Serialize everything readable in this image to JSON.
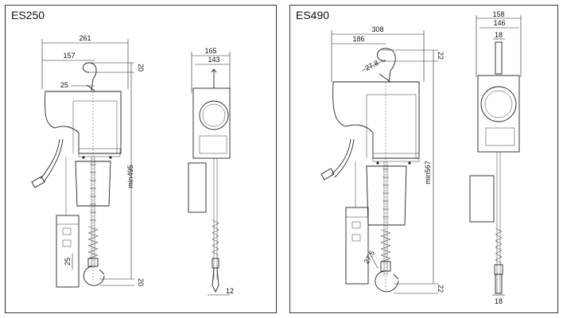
{
  "panels": [
    {
      "title": "ES250",
      "dims": {
        "width_total": "261",
        "hook_offset": "157",
        "hook_dia": "25",
        "top_gap": "20",
        "min_height": "min495",
        "bottom_gap": "20",
        "hook_throat": "25",
        "side_total": "165",
        "side_body": "143",
        "chain_off": "12"
      }
    },
    {
      "title": "ES490",
      "dims": {
        "width_total": "308",
        "hook_offset": "186",
        "hook_dia": "27.8",
        "top_gap": "22",
        "min_height": "min567",
        "bottom_gap": "22",
        "hook_throat": "27.5",
        "side_total": "158",
        "side_body": "146",
        "top_hook": "18",
        "bottom_hook": "18"
      }
    }
  ]
}
